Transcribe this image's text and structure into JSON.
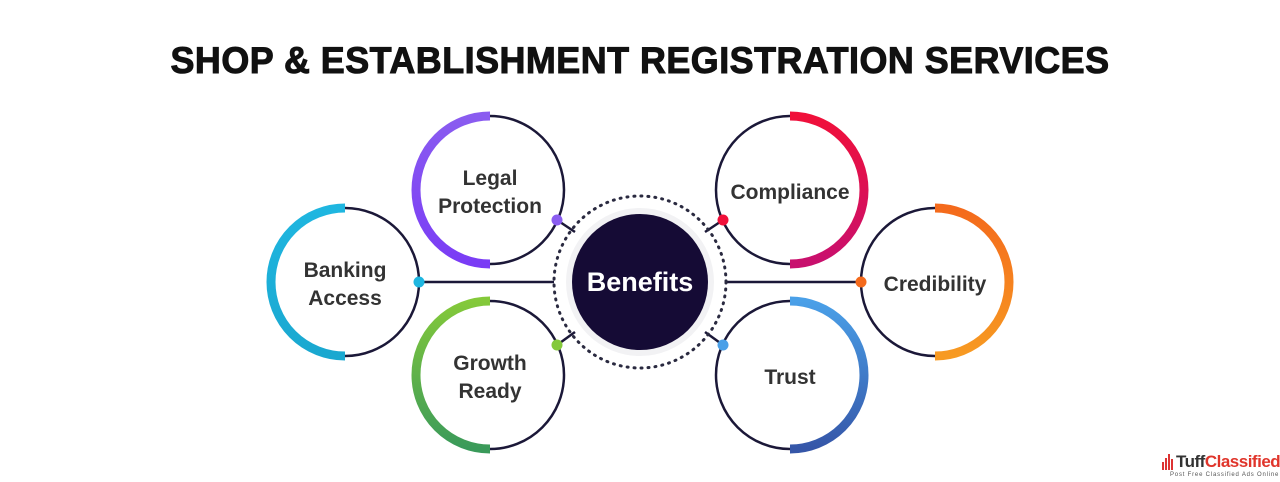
{
  "title": "SHOP & ESTABLISHMENT REGISTRATION SERVICES",
  "center": {
    "label": "Benefits",
    "color": "#150b35"
  },
  "nodes": [
    {
      "id": "legal-protection",
      "lines": [
        "Legal",
        "Protection"
      ],
      "colors": [
        "#8a5cf0",
        "#7a3cf5"
      ],
      "side": "left"
    },
    {
      "id": "compliance",
      "lines": [
        "Compliance"
      ],
      "colors": [
        "#f0103a",
        "#c8106e"
      ],
      "side": "right"
    },
    {
      "id": "banking-access",
      "lines": [
        "Banking",
        "Access"
      ],
      "colors": [
        "#1fb6e0",
        "#1aa8d0"
      ],
      "side": "left"
    },
    {
      "id": "credibility",
      "lines": [
        "Credibility"
      ],
      "colors": [
        "#f46a1c",
        "#f79a22"
      ],
      "side": "right"
    },
    {
      "id": "growth-ready",
      "lines": [
        "Growth",
        "Ready"
      ],
      "colors": [
        "#84c93a",
        "#3a9a5a"
      ],
      "side": "left"
    },
    {
      "id": "trust",
      "lines": [
        "Trust"
      ],
      "colors": [
        "#4aa0e8",
        "#3556a8"
      ],
      "side": "right"
    }
  ],
  "logo": {
    "name_part1": "Tuff",
    "name_part2": "Classified",
    "tagline": "Post Free Classified Ads Online"
  }
}
